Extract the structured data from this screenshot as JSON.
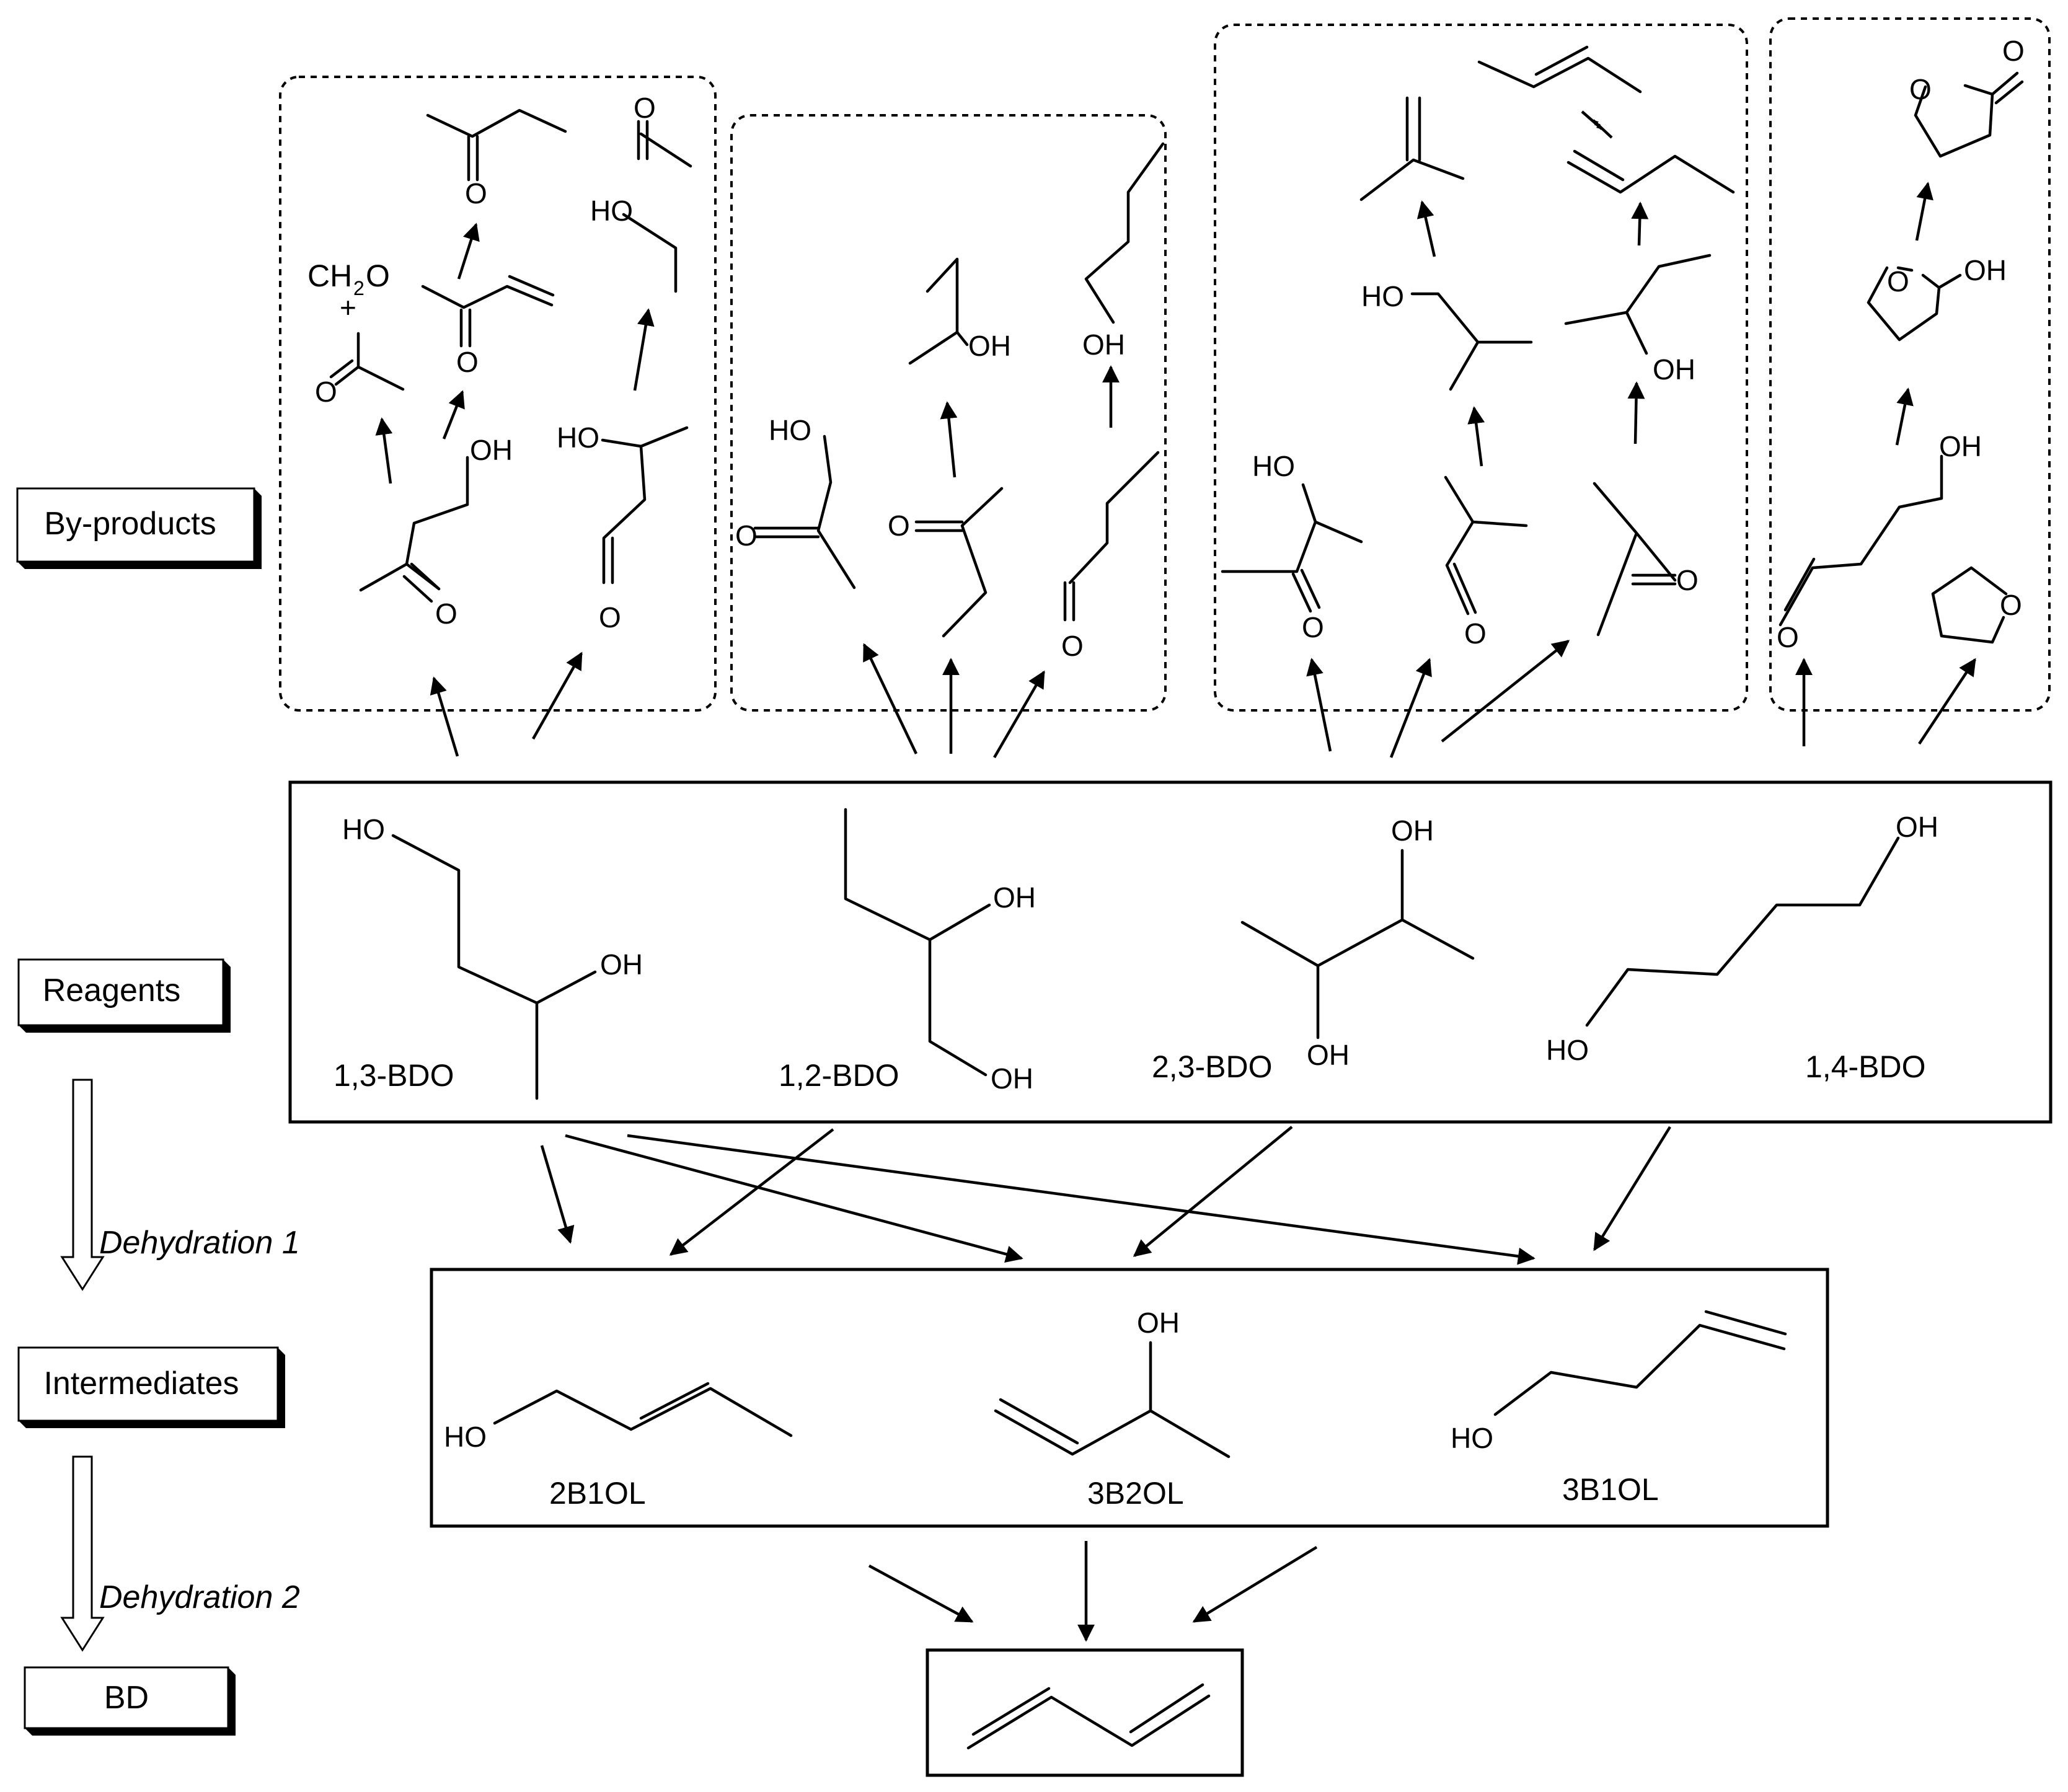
{
  "stages": {
    "byproducts": "By-products",
    "reagents": "Reagents",
    "intermediates": "Intermediates",
    "bd": "BD"
  },
  "steps": {
    "dehydration1": "Dehydration 1",
    "dehydration2": "Dehydration 2"
  },
  "reagents": {
    "bdo13": "1,3-BDO",
    "bdo12": "1,2-BDO",
    "bdo23": "2,3-BDO",
    "bdo14": "1,4-BDO"
  },
  "intermediates": {
    "b2b1ol": "2B1OL",
    "b3b2ol": "3B2OL",
    "b3b1ol": "3B1OL"
  },
  "atoms": {
    "oh": "OH",
    "ho": "HO",
    "o": "O",
    "ch2o": "CH",
    "sub2": "2",
    "o_after": "O",
    "plus": "+"
  },
  "colors": {
    "line": "#000000",
    "background": "#ffffff"
  }
}
